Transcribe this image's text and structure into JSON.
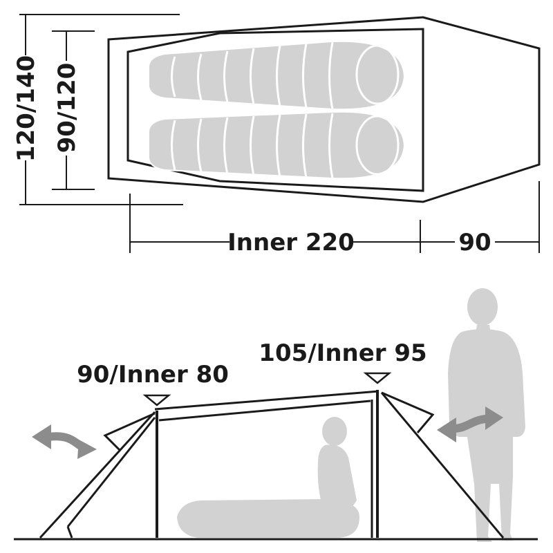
{
  "floor_plan": {
    "outer_width_label": "120/140",
    "inner_width_label": "90/120",
    "inner_length_label": "Inner 220",
    "vestibule_length_label": "90"
  },
  "side_view": {
    "front_height_label": "90/Inner 80",
    "rear_height_label": "105/Inner 95"
  },
  "colors": {
    "line": "#1a1a1a",
    "silhouette": "#d2d2d2",
    "arrow": "#8c8c8c",
    "background": "#ffffff"
  },
  "icons": [
    "sleeping-bag-icon",
    "sitting-person-icon",
    "standing-person-icon",
    "ventilation-arrow-icon",
    "pole-marker-icon"
  ]
}
